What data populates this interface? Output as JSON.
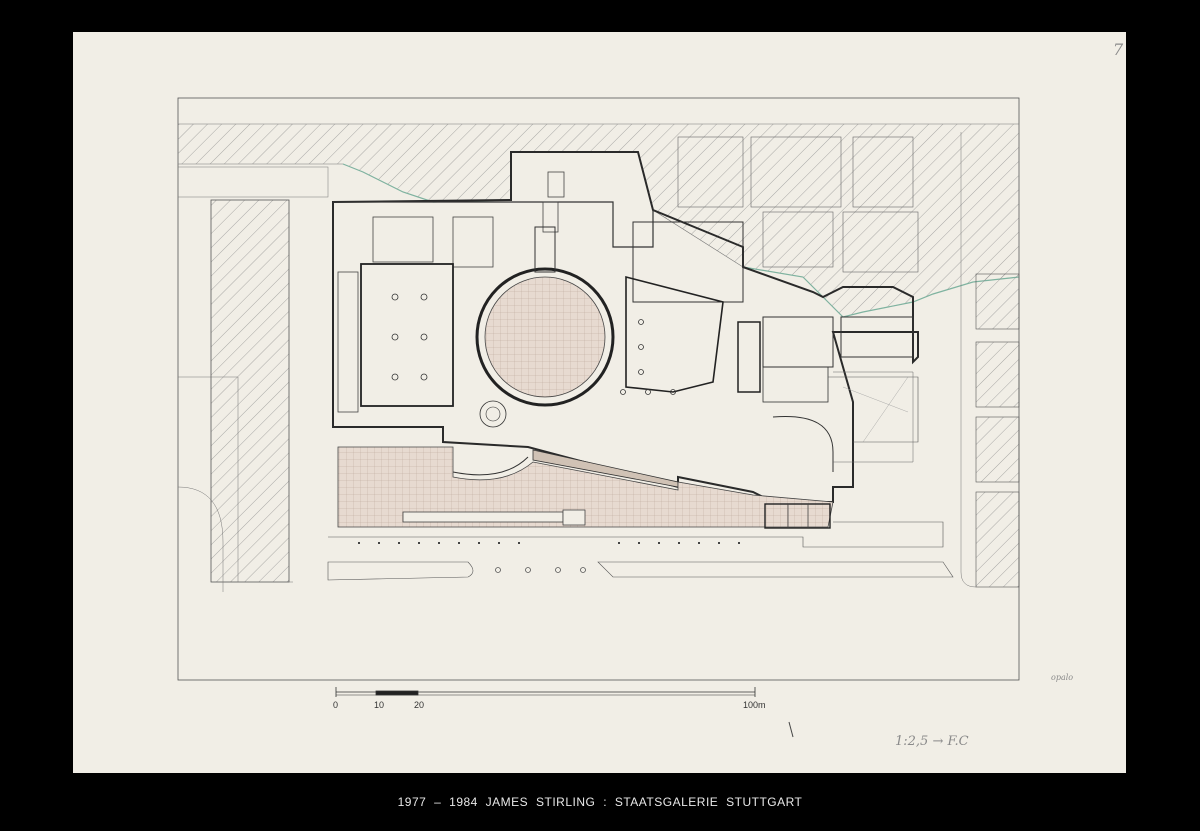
{
  "caption": "1977 – 1984   JAMES STIRLING  :  STAATSGALERIE  STUTTGART",
  "scale_bar": {
    "labels": [
      "0",
      "10",
      "20",
      "100m"
    ]
  },
  "annotations": {
    "scale_note": "1:2,5 → F.C",
    "margin_note": "opalo",
    "corner_mark": "7"
  },
  "colors": {
    "background": "#000000",
    "paper": "#f1eee6",
    "ink": "#3a3a3a",
    "hatch": "#7a7a7a",
    "tint": "#d8c9bd",
    "edge_green": "#7fb3a0"
  }
}
